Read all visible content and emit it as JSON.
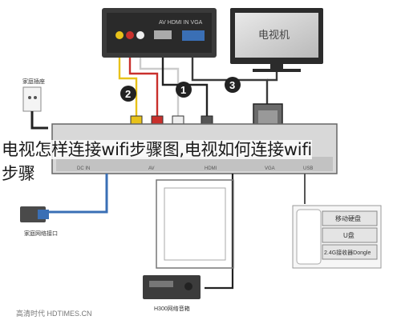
{
  "caption": {
    "line1": "电视怎样连接wifi步骤图,电视如何连接wifi",
    "line2": "步骤"
  },
  "steps": [
    "1",
    "2",
    "3"
  ],
  "labels": {
    "tv": "电视机",
    "projector_top": "AV  HDMI IN  VGA",
    "wall_socket": "家庭插座",
    "network": "家庭网络接口",
    "device_bottom": "H300网络音箱",
    "sticker_lines": [
      "移动硬盘",
      "U盘",
      "2.4G接收器Dongle"
    ],
    "panel_ports": [
      "DC IN",
      "AV",
      "HDMI",
      "VGA",
      "USB"
    ],
    "watermark": "高清时代 HDTIMES.CN"
  },
  "colors": {
    "yellow": "#e8c21a",
    "red": "#c9302c",
    "white": "#eeeeee",
    "black": "#222222",
    "blue": "#3a6fb5"
  }
}
